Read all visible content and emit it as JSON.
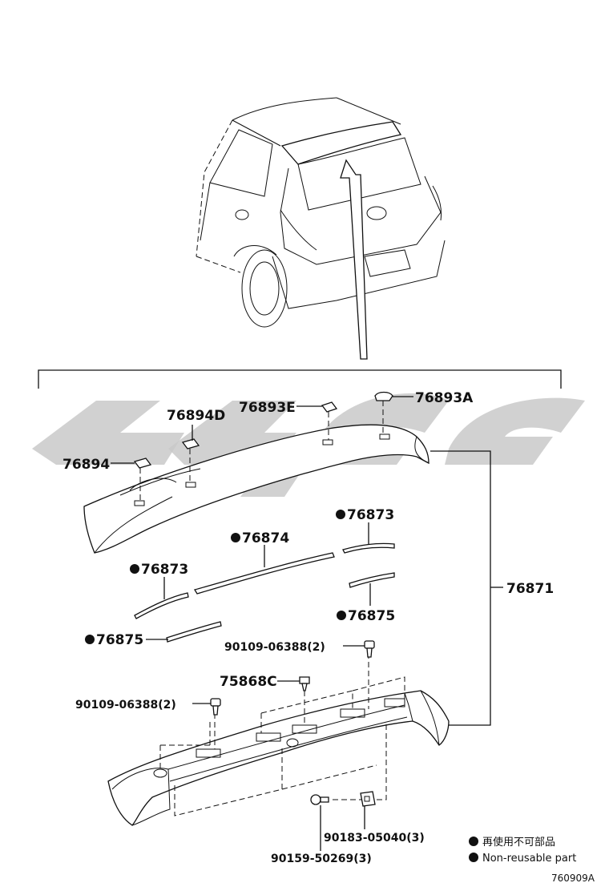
{
  "labels": {
    "p76893A": "76893A",
    "p76893E": "76893E",
    "p76894D": "76894D",
    "p76894": "76894",
    "p76873_top": "76873",
    "p76874": "76874",
    "p76873_left": "76873",
    "p76871": "76871",
    "p76875_right": "76875",
    "p76875_left": "76875",
    "p90109_upper": "90109-06388(2)",
    "p75868C": "75868C",
    "p90109_lower": "90109-06388(2)",
    "p90183": "90183-05040(3)",
    "p90159": "90159-50269(3)"
  },
  "legend": {
    "reuse_jp": "再使用不可部品",
    "reuse_en": "Non-reusable part"
  },
  "diagram_code": "760909A",
  "icons": {
    "nonreusable_marker": "filled-circle-icon",
    "watermark": "brand-logo-watermark"
  }
}
